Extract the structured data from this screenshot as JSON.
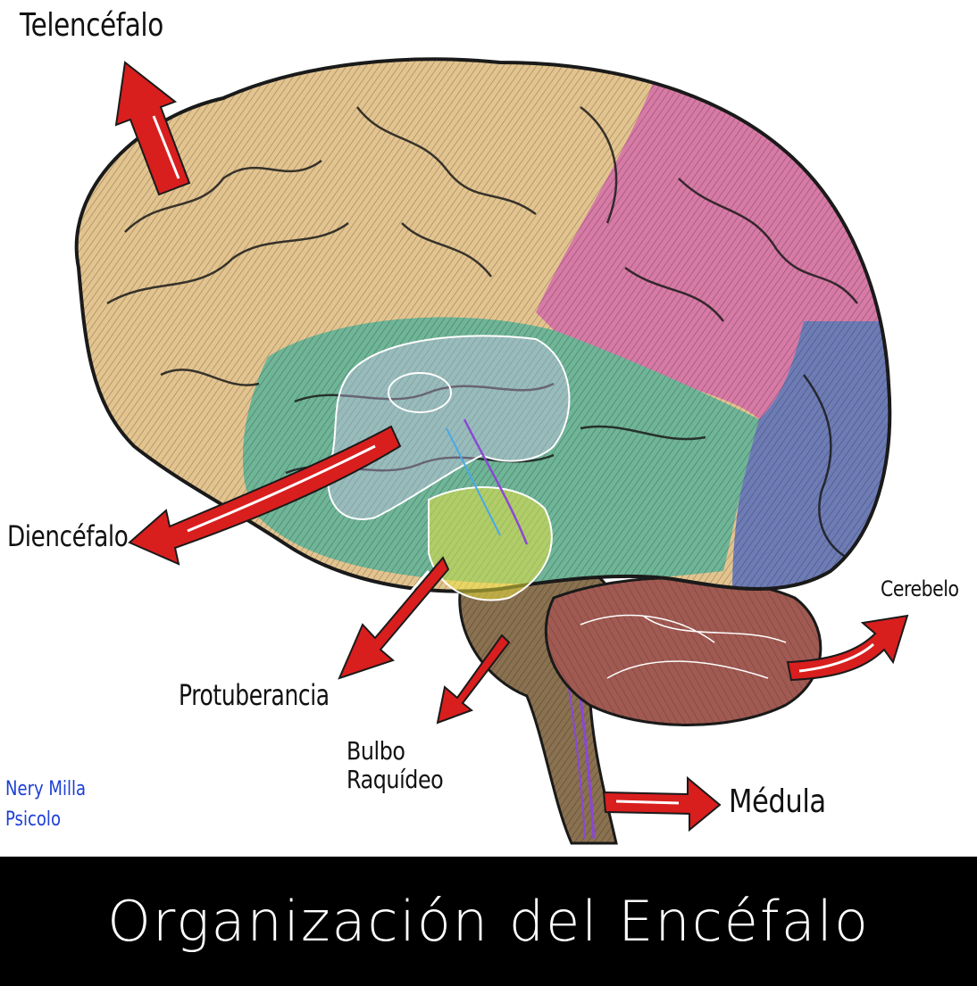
{
  "labels": {
    "telencefalo": "Telencéfalo",
    "diencefalo": "Diencéfalo",
    "protuberancia": "Protuberancia",
    "bulbo_line1": "Bulbo",
    "bulbo_line2": "Raquídeo",
    "cerebelo": "Cerebelo",
    "medula": "Médula"
  },
  "author": {
    "line1": "Nery Milla",
    "line2": "Psicolo"
  },
  "title": "Organización del Encéfalo",
  "colors": {
    "telencefalo_frontal": "#e3c48f",
    "parietal": "#d77aa6",
    "occipital": "#6e7cb6",
    "temporal": "#6fb597",
    "cerebelo": "#a05a52",
    "brainstem": "#6e5c3e",
    "arrow": "#d91e1e",
    "title_bar": "#000000",
    "title_text": "#ffffff",
    "author_text": "#1d3fd6"
  }
}
